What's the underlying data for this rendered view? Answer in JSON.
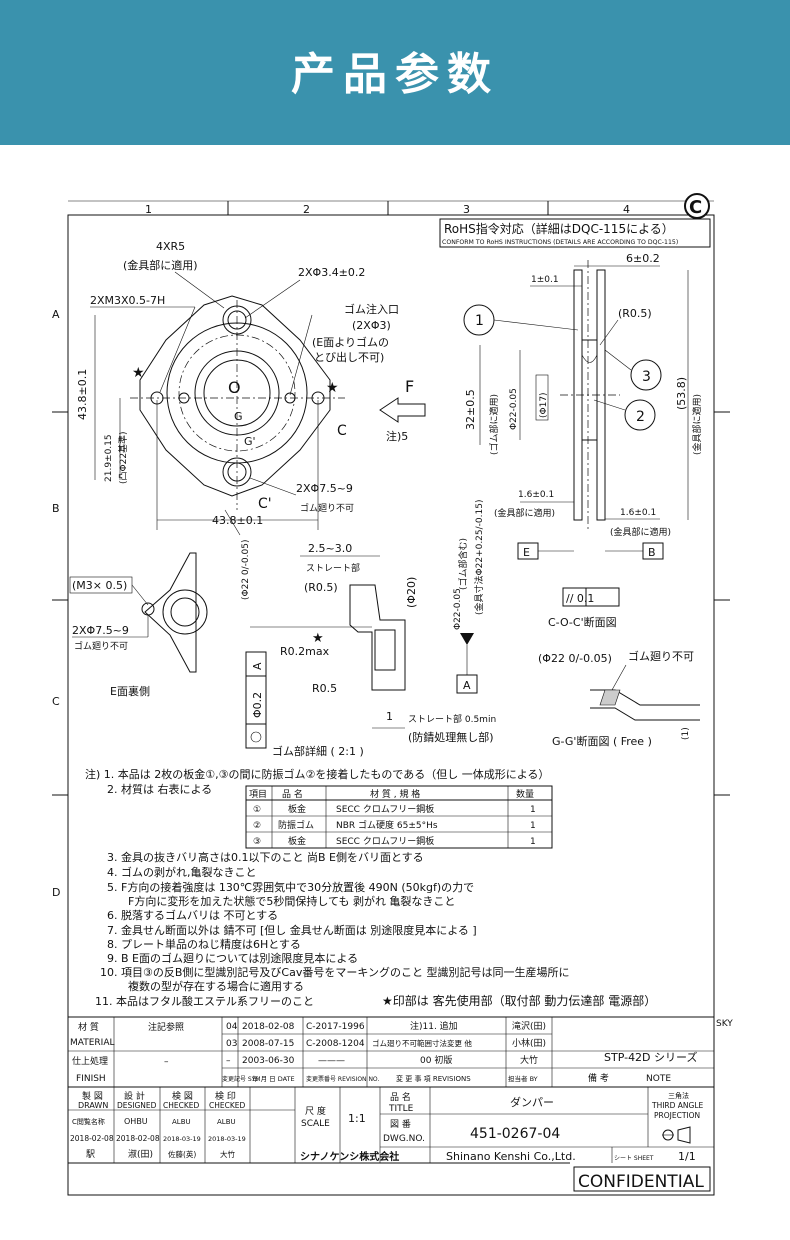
{
  "banner": {
    "title": "产品参数"
  },
  "drawing": {
    "corner_mark": "C",
    "col_labels": [
      "1",
      "2",
      "3",
      "4"
    ],
    "row_labels": [
      "A",
      "B",
      "C",
      "D"
    ],
    "rohs_title": "RoHS指令対応（詳細はDQC-115による）",
    "rohs_subtitle": "CONFORM TO RoHS INSTRUCTIONS (DETAILS ARE ACCORDING TO DQC-115)",
    "dims": {
      "r5": "4XR5",
      "r5_note": "(金具部に適用)",
      "holes": "2XΦ3.4±0.2",
      "thread": "2XM3X0.5-7H",
      "rubber_inlet": "ゴム注入口",
      "rubber_inlet_2": "(2XΦ3)",
      "rubber_inlet_3": "(E面よりゴムの",
      "rubber_inlet_4": "とび出し不可)",
      "h438": "43.8±0.1",
      "h219": "21.9±0.15",
      "h219_note": "(凸Φ22基準)",
      "w438": "43.8±0.1",
      "rubber_75": "2XΦ7.5~9",
      "rubber_75_note": "ゴム廻り不可",
      "f_label": "F",
      "note5": "注)5",
      "c_label": "C",
      "c_label2": "C'",
      "g_label": "G",
      "g_label2": "G'",
      "o_label": "O",
      "six": "6±0.2",
      "one": "1±0.1",
      "r05": "(R0.5)",
      "d22": "Φ22-0.05",
      "d17": "(Φ17)",
      "h32": "32±0.5",
      "h32_note": "(ゴム部に適用)",
      "h538": "(53.8)",
      "h538_note": "(金具部に適用)",
      "w16a": "1.6±0.1",
      "w16a_note": "(金具部に適用)",
      "w16b": "1.6±0.1",
      "w16b_note": "(金具部に適用)",
      "datum_e": "E",
      "datum_b": "B",
      "flat": "// 0.1",
      "section_cc": "C-O-C'断面図",
      "m3": "(M3× 0.5)",
      "e_back": "E面裏側",
      "w25": "2.5~3.0",
      "straight": "ストレート部",
      "r05b": "(R0.5)",
      "d20": "(Φ20)",
      "d22b": "Φ22-0.05",
      "d22b_note": "(ゴム部含む)",
      "d22c": "(金具寸法Φ22+0.25/-0.15)",
      "r02": "R0.2max",
      "r05c": "R0.5",
      "datum_a": "A",
      "d22v": "(Φ22 0/-0.05)",
      "vert_box_a": "A",
      "vert_box_d": "Φ0.2",
      "straight_len": "ストレート部 0.5min",
      "one_b": "1",
      "rust": "(防錆処理無し部)",
      "rubber_detail": "ゴム部詳細 ( 2:1 )",
      "d22g": "(Φ22 0/-0.05)",
      "rubber_no": "ゴム廻り不可",
      "section_gg": "G-G'断面図 ( Free )",
      "one_c": "(1)",
      "num1": "1",
      "num2": "2",
      "num3": "3"
    },
    "notes": {
      "n1": "注) 1. 本品は 2枚の板金①,③の間に防振ゴム②を接着したものである（但し 一体成形による）",
      "n2": "2. 材質は 右表による",
      "n3": "3. 金具の抜きバリ高さは0.1以下のこと 尚B E側をバリ面とする",
      "n4": "4. ゴムの剥がれ,亀裂なきこと",
      "n5": "5. F方向の接着強度は 130℃雰囲気中で30分放置後 490N (50kgf)の力で",
      "n5b": "F方向に変形を加えた状態で5秒間保持しても 剥がれ 亀裂なきこと",
      "n6": "6. 脱落するゴムバリは 不可とする",
      "n7": "7. 金具せん断面以外は 錆不可 [但し 金具せん断面は 別途限度見本による ]",
      "n8": "8. プレート単品のねじ精度は6Hとする",
      "n9": "9. B E面のゴム廻りについては別途限度見本による",
      "n10": "10. 項目③の反B側に型識別記号及びCav番号をマーキングのこと 型識別記号は同一生産場所に",
      "n10b": "複数の型が存在する場合に適用する",
      "n11": "11. 本品はフタル酸エステル系フリーのこと",
      "stamp": "★印部は 客先使用部（取付部 動力伝達部 電源部）"
    },
    "material_table": {
      "headers": [
        "項目",
        "品 名",
        "材 質 , 規 格",
        "数量"
      ],
      "rows": [
        [
          "①",
          "板金",
          "SECC クロムフリー鋼板",
          "1"
        ],
        [
          "②",
          "防振ゴム",
          "NBR ゴム硬度 65±5°Hs",
          "1"
        ],
        [
          "③",
          "板金",
          "SECC クロムフリー鋼板",
          "1"
        ]
      ]
    },
    "revisions": [
      {
        "sym": "04",
        "date": "2018-02-08",
        "no": "C-2017-1996",
        "desc": "注)11. 追加",
        "by": "滝沢(田)"
      },
      {
        "sym": "03",
        "date": "2008-07-15",
        "no": "C-2008-1204",
        "desc": "ゴム廻り不可範囲寸法変更 他",
        "by": "小林(田)"
      },
      {
        "sym": "–",
        "date": "2003-06-30",
        "no": "———",
        "desc": "00 初版",
        "by": "大竹"
      }
    ],
    "title_block": {
      "material_jp": "材 質",
      "material_en": "MATERIAL",
      "material_val": "注記参照",
      "finish_jp": "仕上処理",
      "finish_en": "FINISH",
      "finish_val": "–",
      "rev_sym_h": "変更記号 SYM",
      "rev_date_h": "年 月 日 DATE",
      "rev_no_h": "変更票番号 REVISION NO.",
      "rev_desc_h": "変 更 事 項 REVISIONS",
      "rev_by_h": "担当者 BY",
      "remarks_jp": "備 考",
      "remarks_en": "NOTE",
      "series": "STP-42D シリーズ",
      "sky": "SKY",
      "drawn_jp": "製 図",
      "drawn_en": "DRAWN",
      "designed_jp": "設 計",
      "designed_en": "DESIGNED",
      "checked_jp": "検 図",
      "checked_en": "CHECKED",
      "approved_jp": "検 印",
      "approved_en": "CHECKED",
      "drawn_sign": "C閲覧名称",
      "designed_sign": "OHBU",
      "checked_sign": "ALBU",
      "approved_sign": "ALBU",
      "drawn_date": "2018-02-08",
      "designed_date": "2018-02-08",
      "checked_date": "2018-03-19",
      "approved_date": "2018-03-19",
      "drawn_name": "駅",
      "designed_name": "淑(田)",
      "checked_name": "佐藤(英)",
      "approved_name": "大竹",
      "scale_jp": "尺 度",
      "scale_en": "SCALE",
      "scale_val": "1:1",
      "title_jp": "品 名",
      "title_en": "TITLE",
      "title_val": "ダンパー",
      "dwg_jp": "図 番",
      "dwg_en": "DWG.NO.",
      "dwg_val": "451-0267-04",
      "projection_1": "三角法",
      "projection_2": "THIRD ANGLE",
      "projection_3": "PROJECTION",
      "company": "シナノケンシ株式会社",
      "company_en": "Shinano Kenshi Co.,Ltd.",
      "sheet_label": "シート SHEET",
      "sheet_val": "1/1",
      "confidential": "CONFIDENTIAL"
    }
  }
}
